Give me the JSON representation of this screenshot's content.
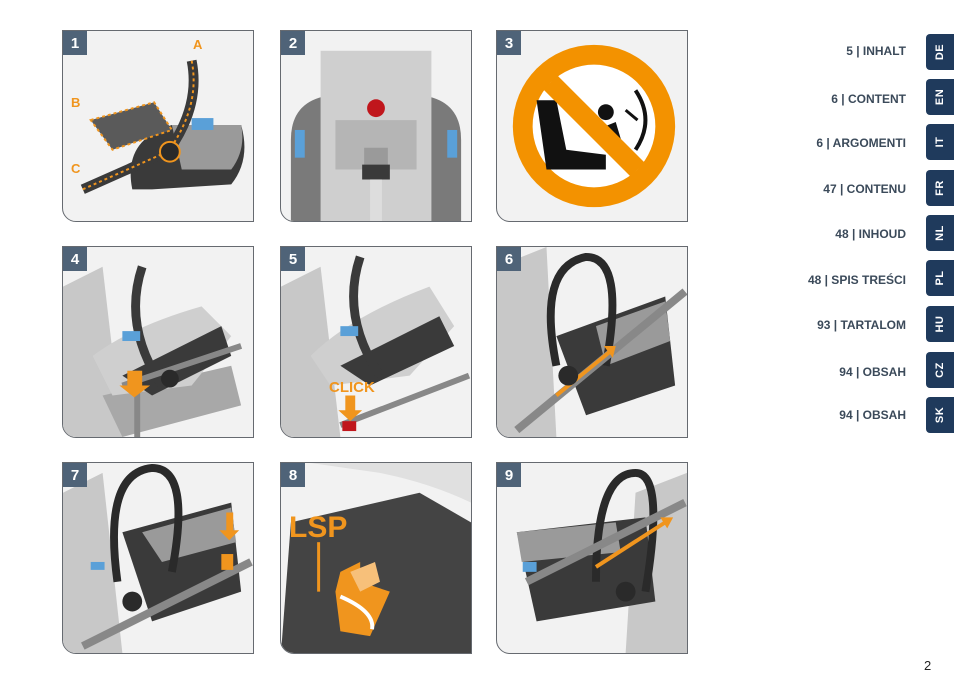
{
  "panels": [
    {
      "number": "1",
      "labels": [
        "A",
        "B",
        "C"
      ]
    },
    {
      "number": "2"
    },
    {
      "number": "3"
    },
    {
      "number": "4"
    },
    {
      "number": "5",
      "label": "CLICK"
    },
    {
      "number": "6"
    },
    {
      "number": "7"
    },
    {
      "number": "8",
      "label": "LSP"
    },
    {
      "number": "9"
    }
  ],
  "toc": [
    {
      "text": "5 | INHALT",
      "lang": "DE"
    },
    {
      "text": "6 | CONTENT",
      "lang": "EN"
    },
    {
      "text": "6 | ARGOMENTI",
      "lang": "IT"
    },
    {
      "text": "47 | CONTENU",
      "lang": "FR"
    },
    {
      "text": "48 | INHOUD",
      "lang": "NL"
    },
    {
      "text": "48 | SPIS TREŚCI",
      "lang": "PL"
    },
    {
      "text": "93 | TARTALOM",
      "lang": "HU"
    },
    {
      "text": "94 | OBSAH",
      "lang": "CZ"
    },
    {
      "text": "94 | OBSAH",
      "lang": "SK"
    }
  ],
  "page_number": "2",
  "colors": {
    "accent": "#f0951e",
    "tab": "#1f3a5c",
    "badge": "#4f6378",
    "prohibition": "#f39200"
  }
}
